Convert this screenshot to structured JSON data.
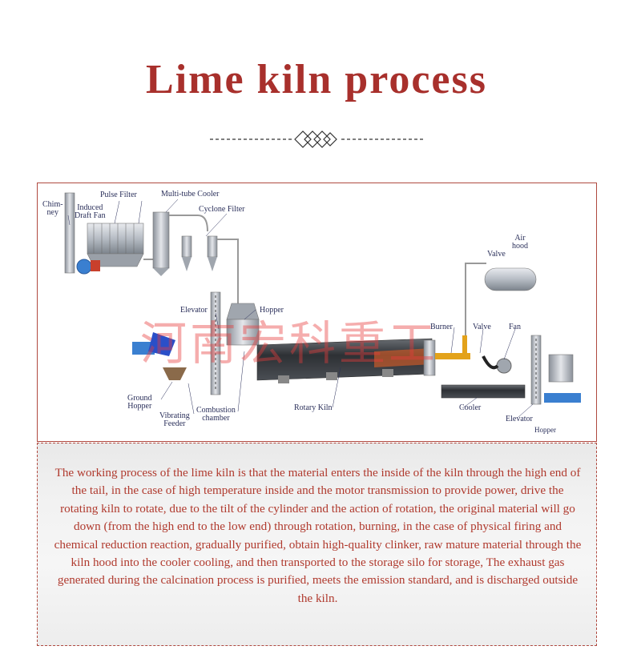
{
  "title": "Lime kiln process",
  "diagram": {
    "labels": {
      "chimney": "Chim-\nney",
      "pulse_filter": "Pulse Filter",
      "induced_draft_fan": "Induced\nDraft Fan",
      "multi_tube_cooler": "Multi-tube Cooler",
      "cyclone_filter": "Cyclone Filter",
      "elevator_left": "Elevator",
      "hopper_top": "Hopper",
      "ground_hopper": "Ground\nHopper",
      "vibrating_feeder": "Vibrating\nFeeder",
      "combustion_chamber": "Combustion\nchamber",
      "rotary_kiln": "Rotary Kiln",
      "air_hood": "Air\nhood",
      "valve_top": "Valve",
      "burner": "Burner",
      "valve": "Valve",
      "fan": "Fan",
      "cooler": "Cooler",
      "elevator_right": "Elevator",
      "hopper_bottom": "Hopper"
    },
    "watermark": "河南宏科重工"
  },
  "description": "The working process of the lime kiln is that the material enters the inside of the kiln through the high end of the tail, in the case of high temperature inside and the motor transmission to provide power, drive the rotating kiln to rotate, due to the tilt of the cylinder and the action of rotation, the original material will go down (from the high end to the low end) through rotation, burning, in the case of physical firing and chemical reduction reaction, gradually purified, obtain high-quality clinker, raw mature material through the kiln hood into the cooler cooling, and then transported to the storage silo for storage, The exhaust gas generated during the calcination process is purified, meets the emission standard, and is discharged outside the kiln.",
  "colors": {
    "title": "#a8302c",
    "frame": "#b04a40",
    "text": "#b03a2e",
    "label": "#2a2f5a",
    "machine": "#9aa0a8"
  }
}
